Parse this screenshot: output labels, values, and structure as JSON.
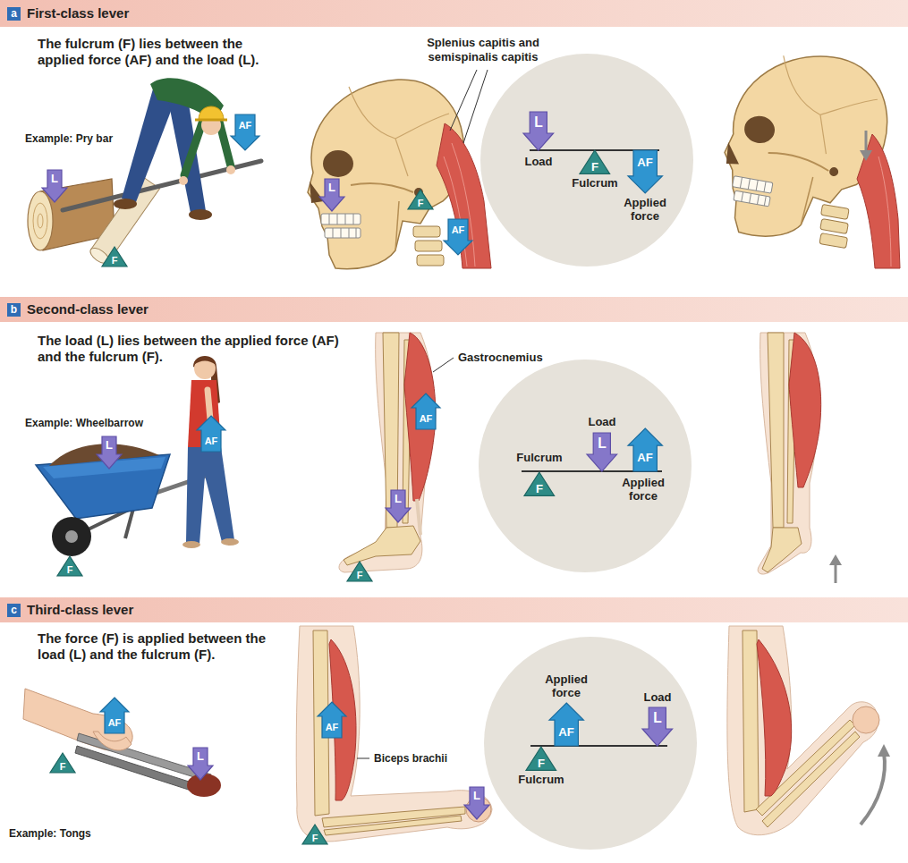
{
  "diagram": {
    "nodes": [
      {
        "text": [
          "First-class lever"
        ]
      },
      {
        "text": [
          "a"
        ],
        "in": 0
      },
      {
        "text": [
          "L"
        ]
      },
      {
        "text": [
          "AF"
        ]
      },
      {
        "text": [
          "F"
        ]
      },
      {
        "text": [
          "L"
        ]
      },
      {
        "text": [
          "F"
        ]
      },
      {
        "text": [
          "AF"
        ]
      },
      {
        "text": [
          "Load",
          "Fulcrum",
          "Applied force"
        ]
      },
      {
        "text": [
          "L"
        ],
        "in": 8
      },
      {
        "text": [
          "F"
        ],
        "in": 8
      },
      {
        "text": [
          "AF"
        ],
        "in": 8
      },
      {
        "text": [
          "Second-class lever"
        ]
      },
      {
        "text": [
          "b"
        ],
        "in": 12
      },
      {
        "text": [
          "L"
        ]
      },
      {
        "text": [
          "AF"
        ]
      },
      {
        "text": [
          "F"
        ]
      },
      {
        "text": [
          "AF"
        ]
      },
      {
        "text": [
          "L"
        ]
      },
      {
        "text": [
          "F"
        ]
      },
      {
        "text": [
          "Fulcrum",
          "Load",
          "Applied force"
        ]
      },
      {
        "text": [
          "L"
        ],
        "in": 20
      },
      {
        "text": [
          "AF"
        ],
        "in": 20
      },
      {
        "text": [
          "F"
        ],
        "in": 20
      },
      {
        "text": [
          "Third-class lever"
        ]
      },
      {
        "text": [
          "c"
        ],
        "in": 24
      },
      {
        "text": [
          "AF"
        ]
      },
      {
        "text": [
          "F"
        ]
      },
      {
        "text": [
          "L"
        ]
      },
      {
        "text": [
          "AF"
        ]
      },
      {
        "text": [
          "L"
        ]
      },
      {
        "text": [
          "F"
        ]
      },
      {
        "text": [
          "Applied force",
          "Load",
          "Fulcrum"
        ]
      },
      {
        "text": [
          "AF"
        ],
        "in": 32
      },
      {
        "text": [
          "L"
        ],
        "in": 32
      },
      {
        "text": [
          "F"
        ],
        "in": 32
      }
    ],
    "labels": [
      "The fulcrum (F) lies between the applied force (AF) and the load (L).",
      "Example: Pry bar",
      "Splenius capitis and semispinalis capitis",
      "The load (L) lies between the applied force (AF) and the fulcrum (F).",
      "Example: Wheelbarrow",
      "Gastrocnemius",
      "The force (F) is applied between the load (L) and the fulcrum (F).",
      "Biceps brachii",
      "Example: Tongs"
    ]
  }
}
